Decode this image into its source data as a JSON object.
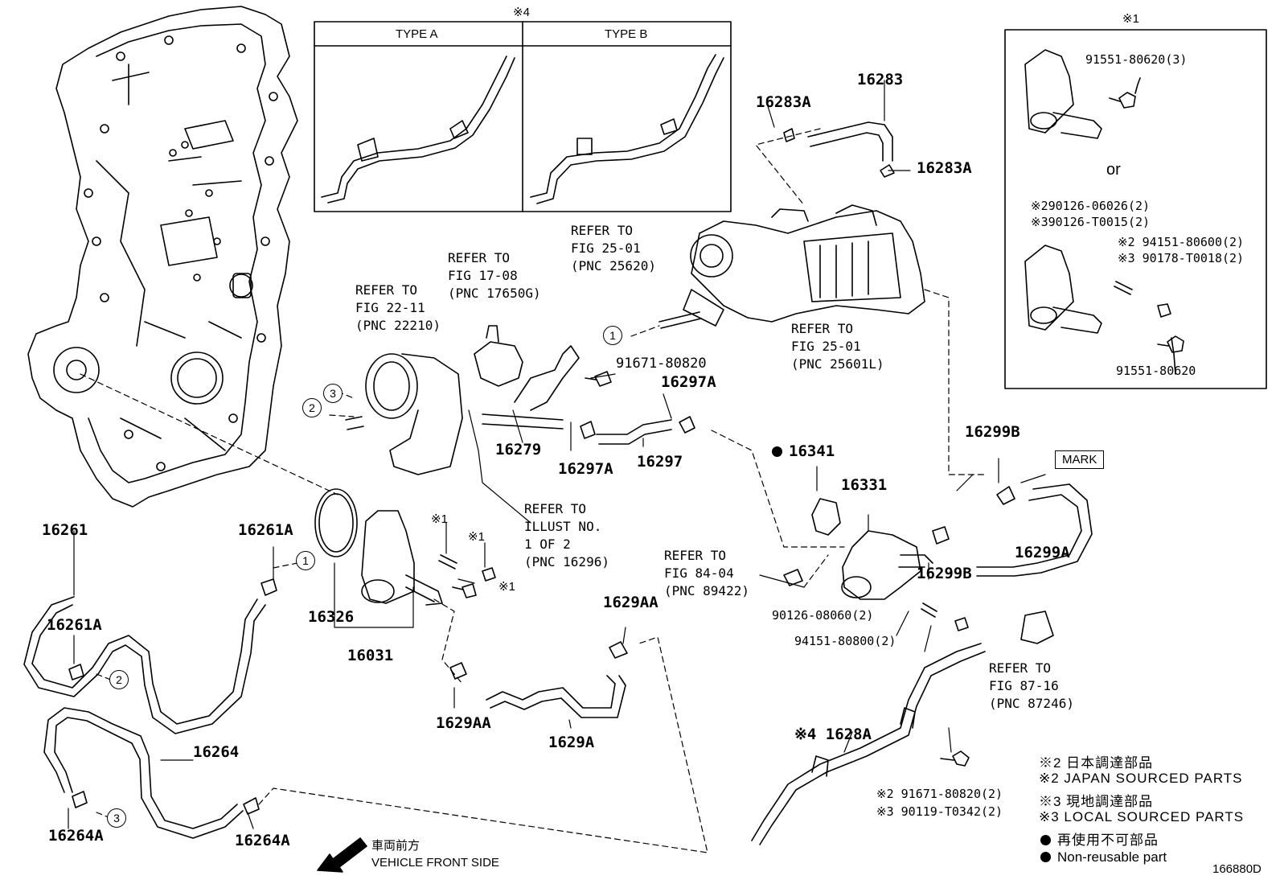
{
  "type_box": {
    "marker": "※4",
    "type_a": "TYPE A",
    "type_b": "TYPE B"
  },
  "option_box": {
    "marker": "※1",
    "or": "or",
    "top_bolt": "91551-80620(3)",
    "stud_1": "※290126-06026(2)",
    "stud_2": "※390126-T0015(2)",
    "nut_1": "※2 94151-80600(2)",
    "nut_2": "※3 90178-T0018(2)",
    "bottom_bolt": "91551-80620"
  },
  "labels": {
    "p16283": "16283",
    "p16283A_1": "16283A",
    "p16283A_2": "16283A",
    "p91671": "91671-80820",
    "p16297A_top": "16297A",
    "p16279": "16279",
    "p16297A_bot": "16297A",
    "p16297": "16297",
    "p16341": "16341",
    "p16331": "16331",
    "p16299B_top": "16299B",
    "p16299B_bot": "16299B",
    "p16299A": "16299A",
    "mark": "MARK",
    "p16261": "16261",
    "p16261A_top": "16261A",
    "p16261A_bot": "16261A",
    "p16326": "16326",
    "p16031": "16031",
    "p1629AA_top": "1629AA",
    "p1629AA_bot": "1629AA",
    "p1629A": "1629A",
    "p16264": "16264",
    "p16264A_l": "16264A",
    "p16264A_r": "16264A",
    "p1628A": "※4 1628A",
    "stud_90126": "90126-08060(2)",
    "nut_94151": "94151-80800(2)",
    "bolt_91671b": "※2 91671-80820(2)",
    "bolt_90119": "※3 90119-T0342(2)",
    "x1_a": "※1",
    "x1_b": "※1",
    "x1_c": "※1",
    "diagram_no": "166880D"
  },
  "refs": {
    "fig25_top": "REFER TO\nFIG 25-01\n(PNC 25620)",
    "fig25_bot": "REFER TO\nFIG 25-01\n(PNC 25601L)",
    "fig17": "REFER TO\nFIG 17-08\n(PNC 17650G)",
    "fig22": "REFER TO\nFIG 22-11\n(PNC 22210)",
    "illust": "REFER TO\nILLUST NO.\n1 OF 2\n(PNC 16296)",
    "fig84": "REFER TO\nFIG 84-04\n(PNC 89422)",
    "fig87": "REFER TO\nFIG 87-16\n(PNC 87246)"
  },
  "circles": [
    "1",
    "2",
    "3",
    "1",
    "2",
    "3"
  ],
  "legend": {
    "jp_sourced_jp": "※2 日本調達部品",
    "jp_sourced_en": "※2 JAPAN SOURCED PARTS",
    "local_jp": "※3 現地調達部品",
    "local_en": "※3 LOCAL SOURCED PARTS",
    "nonreuse_jp": "再使用不可部品",
    "nonreuse_en": "Non-reusable part"
  },
  "front": {
    "jp": "車両前方",
    "en": "VEHICLE FRONT SIDE"
  }
}
